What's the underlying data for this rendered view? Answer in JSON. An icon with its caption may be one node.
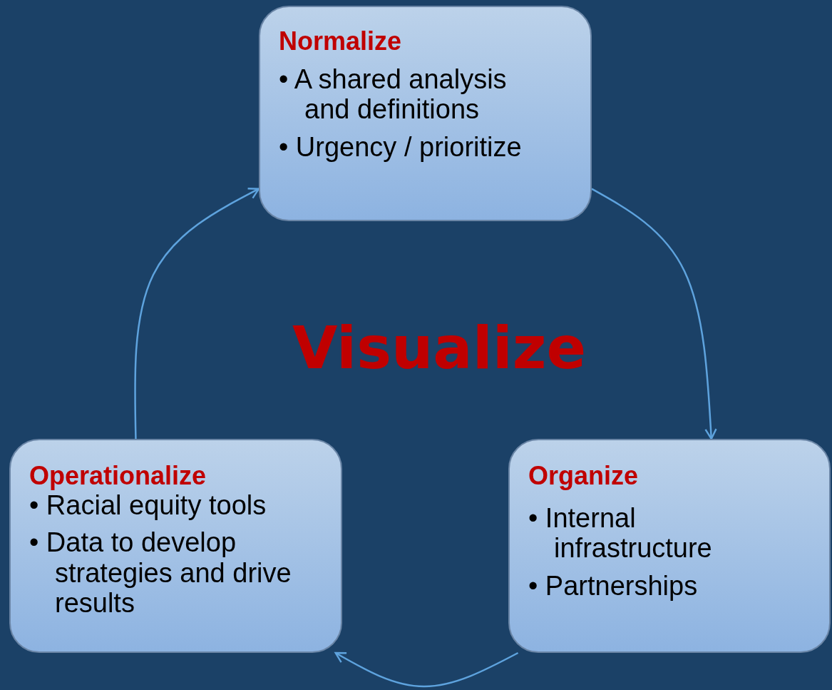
{
  "diagram": {
    "nodes": [
      {
        "text": [
          "Normalize",
          "• A shared analysis and definitions",
          "• Urgency / prioritize"
        ]
      },
      {
        "text": [
          "Organize",
          "• Internal infrastructure",
          "• Partnerships"
        ]
      },
      {
        "text": [
          "Operationalize",
          "• Racial equity tools",
          "• Data to develop strategies and drive results"
        ]
      }
    ],
    "edges": [
      {
        "from": 0,
        "to": 1,
        "arrow": "to"
      },
      {
        "from": 1,
        "to": 2,
        "arrow": "to"
      },
      {
        "from": 2,
        "to": 0,
        "arrow": "to"
      }
    ],
    "labels": [
      "Visualize"
    ]
  }
}
